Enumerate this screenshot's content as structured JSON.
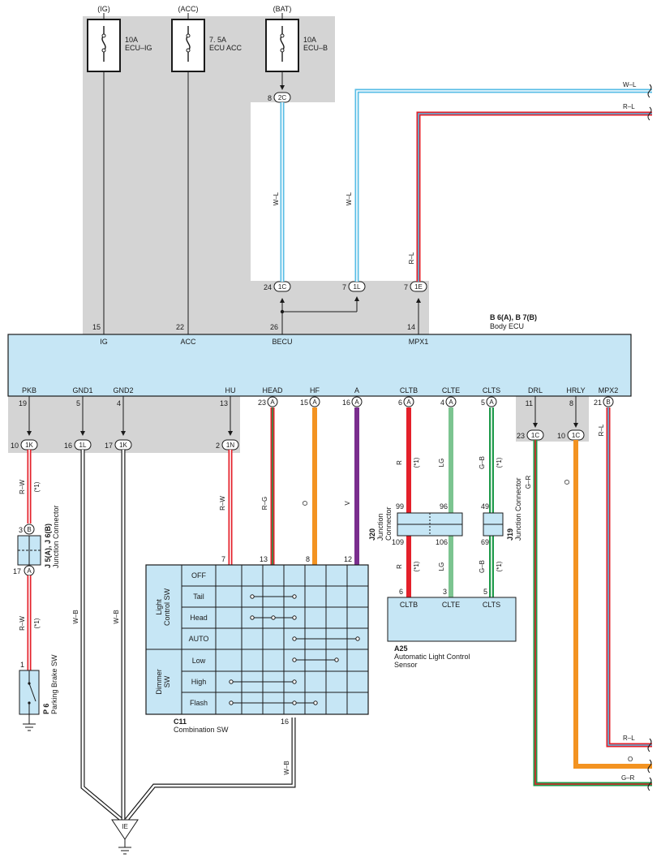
{
  "fuses": [
    {
      "supply": "(IG)",
      "rating": "10A",
      "name": "ECU–IG"
    },
    {
      "supply": "(ACC)",
      "rating": "7. 5A",
      "name": "ECU ACC"
    },
    {
      "supply": "(BAT)",
      "rating": "10A",
      "name": "ECU–B"
    }
  ],
  "body_ecu": {
    "code": "B 6(A), B 7(B)",
    "name": "Body ECU",
    "top_pins": [
      {
        "num": "15",
        "label": "IG"
      },
      {
        "num": "22",
        "label": "ACC"
      },
      {
        "num": "26",
        "label": "BECU"
      },
      {
        "num": "14",
        "label": "MPX1"
      }
    ],
    "bottom_pins": [
      {
        "num": "19",
        "label": "PKB",
        "conn": ""
      },
      {
        "num": "5",
        "label": "GND1",
        "conn": ""
      },
      {
        "num": "4",
        "label": "GND2",
        "conn": ""
      },
      {
        "num": "13",
        "label": "HU",
        "conn": ""
      },
      {
        "num": "23",
        "label": "HEAD",
        "conn": "A"
      },
      {
        "num": "15",
        "label": "HF",
        "conn": "A"
      },
      {
        "num": "16",
        "label": "A",
        "conn": "A"
      },
      {
        "num": "6",
        "label": "CLTB",
        "conn": "A"
      },
      {
        "num": "4",
        "label": "CLTE",
        "conn": "A"
      },
      {
        "num": "5",
        "label": "CLTS",
        "conn": "A"
      },
      {
        "num": "11",
        "label": "DRL",
        "conn": ""
      },
      {
        "num": "8",
        "label": "HRLY",
        "conn": ""
      },
      {
        "num": "21",
        "label": "MPX2",
        "conn": "B"
      }
    ]
  },
  "junction_pins_top": [
    {
      "num": "8",
      "code": "2C"
    },
    {
      "num": "24",
      "code": "1C"
    },
    {
      "num": "7",
      "code": "1L"
    },
    {
      "num": "7",
      "code": "1E"
    }
  ],
  "junction_pins_bottom": [
    {
      "num": "10",
      "code": "1K"
    },
    {
      "num": "16",
      "code": "1L"
    },
    {
      "num": "17",
      "code": "1K"
    },
    {
      "num": "2",
      "code": "1N"
    },
    {
      "num": "23",
      "code": "1C"
    },
    {
      "num": "10",
      "code": "1C"
    }
  ],
  "wire_labels": {
    "w_l": "W–L",
    "r_l": "R–L",
    "r_w": "R–W",
    "w_b": "W–B",
    "r_g": "R–G",
    "o": "O",
    "v": "V",
    "r": "R",
    "lg": "LG",
    "g_b": "G–B",
    "g_r": "G–R",
    "note": "(*1)"
  },
  "j5": {
    "code": "J 5(A), J 6(B)",
    "name": "Junction Connector",
    "pin_top": "3",
    "conn_top": "B",
    "pin_bottom": "17",
    "conn_bottom": "A"
  },
  "p6": {
    "code": "P 6",
    "name": "Parking Brake SW",
    "pin": "1"
  },
  "j20": {
    "code": "J20",
    "name1": "Junction",
    "name2": "Connector",
    "pins": [
      "99",
      "96",
      "109",
      "106"
    ]
  },
  "j19": {
    "code": "J19",
    "name": "Junction Connector",
    "pins": [
      "49",
      "69"
    ]
  },
  "a25": {
    "code": "A25",
    "name1": "Automatic Light Control",
    "name2": "Sensor",
    "pins": [
      {
        "num": "6",
        "label": "CLTB"
      },
      {
        "num": "3",
        "label": "CLTE"
      },
      {
        "num": "5",
        "label": "CLTS"
      }
    ]
  },
  "c11": {
    "code": "C11",
    "name": "Combination SW",
    "pins": [
      "7",
      "13",
      "8",
      "12",
      "16"
    ],
    "group1": "Light\nControl SW",
    "group1_lines": [
      "Light",
      "Control SW"
    ],
    "group2_lines": [
      "Dimmer",
      "SW"
    ],
    "rows": [
      "OFF",
      "Tail",
      "Head",
      "AUTO",
      "Low",
      "High",
      "Flash"
    ]
  },
  "ground": {
    "code": "IE"
  },
  "colors": {
    "shade": "#d4d4d4",
    "ecu_fill": "#c6e6f5",
    "red": "#e4202a",
    "orange": "#f39321",
    "violet": "#7a2e8e",
    "light_green": "#7cc490",
    "green": "#1e9a4a",
    "blue": "#58bde6"
  }
}
